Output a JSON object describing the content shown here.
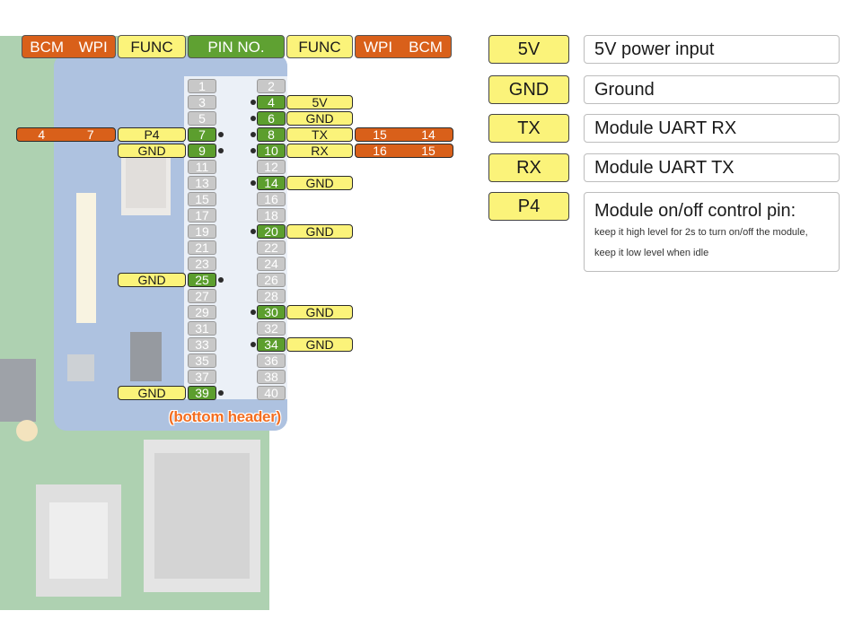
{
  "header": {
    "left_bcm": "BCM",
    "left_wpi": "WPI",
    "left_func": "FUNC",
    "pin_no": "PIN NO.",
    "right_func": "FUNC",
    "right_wpi": "WPI",
    "right_bcm": "BCM"
  },
  "pins": [
    {
      "n": "1"
    },
    {
      "n": "2"
    },
    {
      "n": "3"
    },
    {
      "n": "4",
      "func": "5V"
    },
    {
      "n": "5"
    },
    {
      "n": "6",
      "func": "GND"
    },
    {
      "n": "7",
      "func": "P4",
      "wpi": "7",
      "bcm": "4"
    },
    {
      "n": "8",
      "func": "TX",
      "wpi": "15",
      "bcm": "14"
    },
    {
      "n": "9",
      "func": "GND"
    },
    {
      "n": "10",
      "func": "RX",
      "wpi": "16",
      "bcm": "15"
    },
    {
      "n": "11"
    },
    {
      "n": "12"
    },
    {
      "n": "13"
    },
    {
      "n": "14",
      "func": "GND"
    },
    {
      "n": "15"
    },
    {
      "n": "16"
    },
    {
      "n": "17"
    },
    {
      "n": "18"
    },
    {
      "n": "19"
    },
    {
      "n": "20",
      "func": "GND"
    },
    {
      "n": "21"
    },
    {
      "n": "22"
    },
    {
      "n": "23"
    },
    {
      "n": "24"
    },
    {
      "n": "25",
      "func": "GND"
    },
    {
      "n": "26"
    },
    {
      "n": "27"
    },
    {
      "n": "28"
    },
    {
      "n": "29"
    },
    {
      "n": "30",
      "func": "GND"
    },
    {
      "n": "31"
    },
    {
      "n": "32"
    },
    {
      "n": "33"
    },
    {
      "n": "34",
      "func": "GND"
    },
    {
      "n": "35"
    },
    {
      "n": "36"
    },
    {
      "n": "37"
    },
    {
      "n": "38"
    },
    {
      "n": "39",
      "func": "GND"
    },
    {
      "n": "40"
    }
  ],
  "bottom_note": "(bottom header)",
  "legend": [
    {
      "key": "5V",
      "desc": "5V power input"
    },
    {
      "key": "GND",
      "desc": "Ground"
    },
    {
      "key": "TX",
      "desc": "Module UART RX"
    },
    {
      "key": "RX",
      "desc": "Module UART TX"
    },
    {
      "key": "P4",
      "desc": "Module on/off control pin:",
      "note1": "keep it high level for 2s to turn on/off the module,",
      "note2": "keep it  low level when idle"
    }
  ],
  "colors": {
    "orange": "#d9601a",
    "green": "#5fa132",
    "yellow": "#fbf37a",
    "gray": "#c8c8c8"
  }
}
